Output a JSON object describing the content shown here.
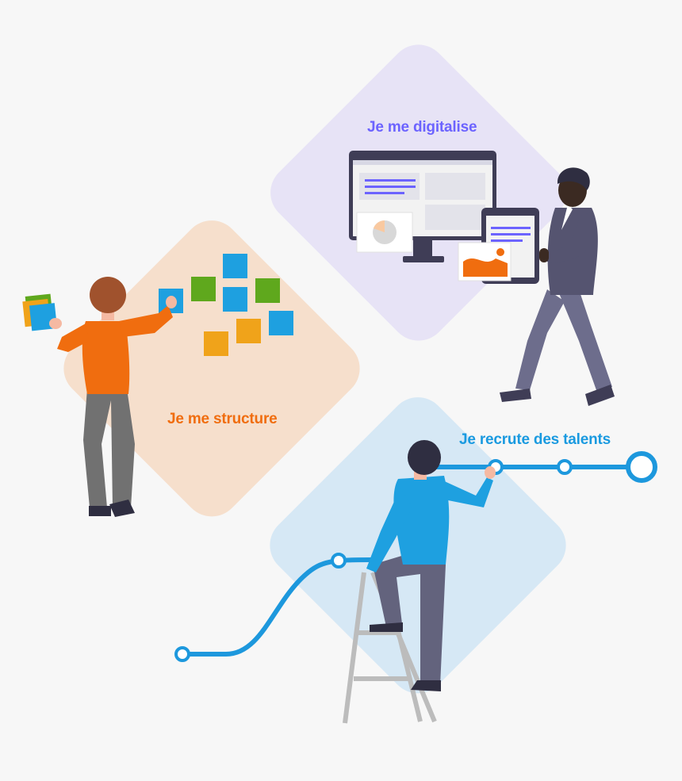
{
  "sections": [
    {
      "id": "digitalise",
      "label": "Je me digitalise",
      "color": "#6c63ff"
    },
    {
      "id": "structure",
      "label": "Je me structure",
      "color": "#f06d0f"
    },
    {
      "id": "recrute",
      "label": "Je recrute des talents",
      "color": "#1a9ae0"
    }
  ],
  "colors": {
    "background": "#f7f7f7",
    "diamond_digitalise": "#e7e3f6",
    "diamond_structure": "#f6dfcc",
    "diamond_recrute": "#d6e8f5",
    "timeline": "#1d98dd",
    "sticky_blue": "#1ea0e0",
    "sticky_green": "#5fa81d",
    "sticky_orange": "#f0a31a",
    "accent_purple": "#6c63ff",
    "accent_orange": "#f06d0f"
  },
  "icons": [
    "desktop-monitor-icon",
    "tablet-icon",
    "pie-chart-icon",
    "image-icon",
    "ladder-icon",
    "timeline-node-icon"
  ]
}
